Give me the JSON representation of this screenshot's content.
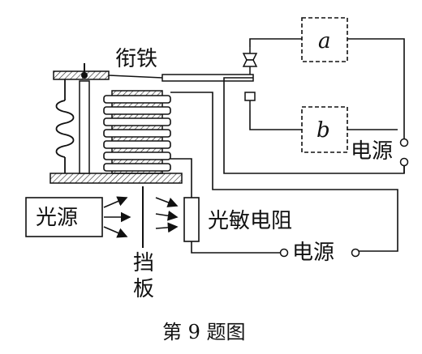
{
  "labels": {
    "armature": "衔铁",
    "box_a": "a",
    "box_b": "b",
    "power_top": "电源",
    "light_source": "光源",
    "photoresistor": "光敏电阻",
    "power_bottom": "电源",
    "baffle_line1": "挡",
    "baffle_line2": "板",
    "caption": "第 9 题图"
  }
}
